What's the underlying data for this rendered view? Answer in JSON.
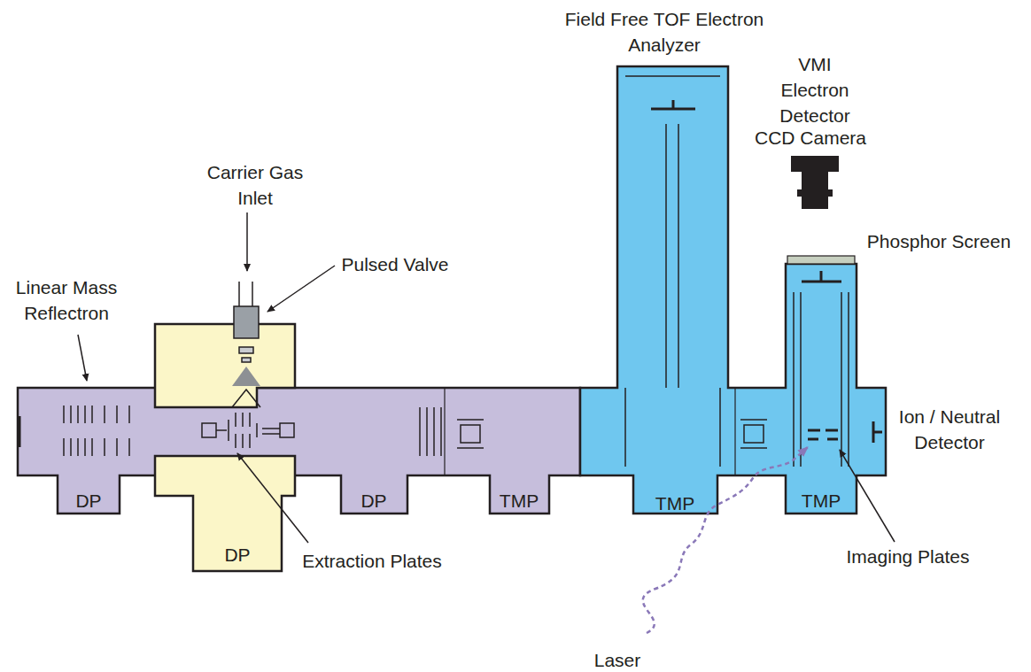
{
  "diagram": {
    "labels": [
      "Field Free TOF Electron Analyzer",
      "VMI Electron Detector",
      "CCD Camera",
      "Carrier Gas Inlet",
      "Phosphor Screen",
      "Pulsed Valve",
      "Linear Mass Reflectron",
      "Ion / Neutral Detector",
      "DP",
      "DP",
      "TMP",
      "TMP",
      "TMP",
      "Extraction Plates",
      "Imaging Plates",
      "DP",
      "Laser"
    ]
  }
}
